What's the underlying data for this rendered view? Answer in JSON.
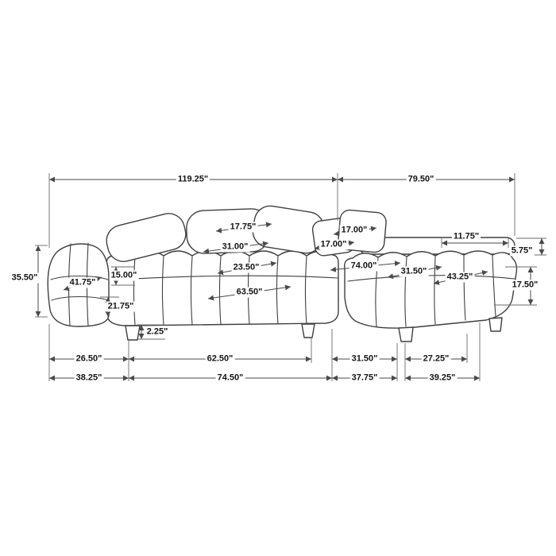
{
  "diagram": {
    "background_color": "#ffffff",
    "line_color": "#3f3f3f",
    "dimension_line_color": "#4a4a4a",
    "text_color": "#141414"
  },
  "labels": [
    {
      "text": "119.25\""
    },
    {
      "text": "79.50\""
    },
    {
      "text": "17.75\""
    },
    {
      "text": "17.00\""
    },
    {
      "text": "11.75\""
    },
    {
      "text": "31.00\""
    },
    {
      "text": "17.00\""
    },
    {
      "text": "5.75\""
    },
    {
      "text": "74.00\""
    },
    {
      "text": "23.50\""
    },
    {
      "text": "31.50\""
    },
    {
      "text": "15.00\""
    },
    {
      "text": "43.25\""
    },
    {
      "text": "35.50\""
    },
    {
      "text": "41.75\""
    },
    {
      "text": "17.50\""
    },
    {
      "text": "63.50\""
    },
    {
      "text": "21.75\""
    },
    {
      "text": "2.25\""
    },
    {
      "text": "26.50\""
    },
    {
      "text": "62.50\""
    },
    {
      "text": "31.50\""
    },
    {
      "text": "27.25\""
    },
    {
      "text": "38.25\""
    },
    {
      "text": "74.50\""
    },
    {
      "text": "37.75\""
    },
    {
      "text": "39.25\""
    }
  ]
}
